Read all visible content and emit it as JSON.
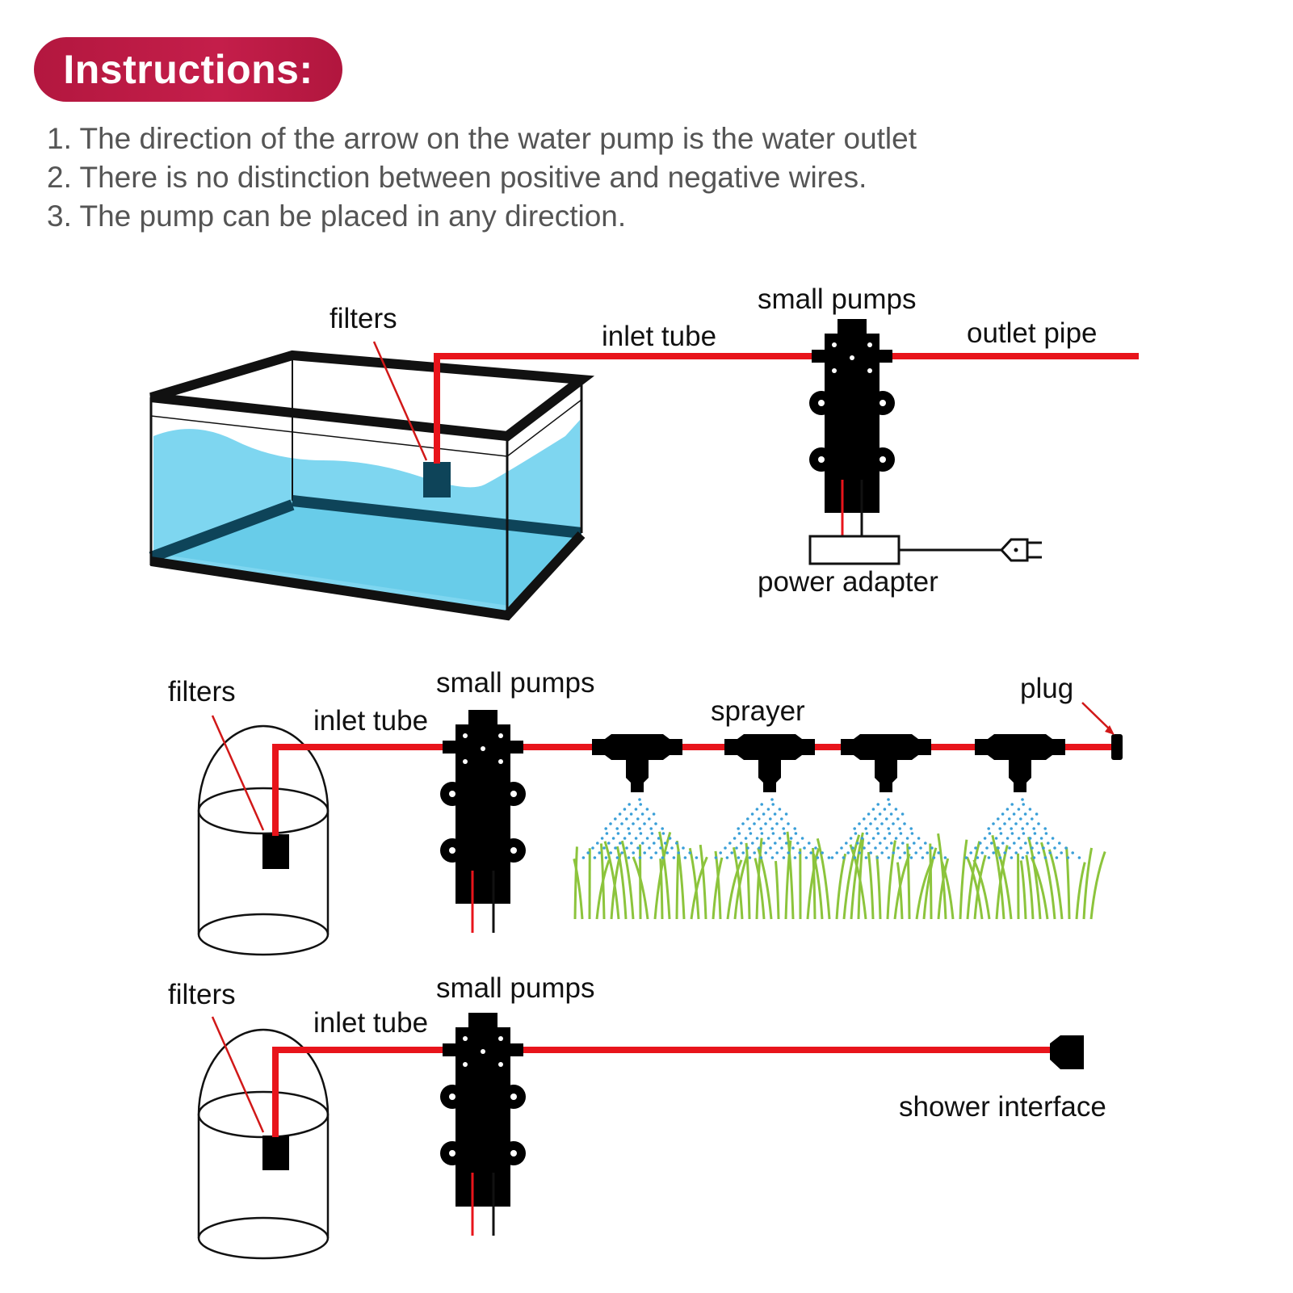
{
  "header": {
    "title": "Instructions:"
  },
  "instructions": [
    "1. The direction of the arrow on the water pump is the water outlet",
    "2. There is no distinction between positive and negative wires.",
    "3. The pump can be placed in any direction."
  ],
  "diagram1": {
    "filters": "filters",
    "inlet_tube": "inlet tube",
    "small_pumps": "small pumps",
    "outlet_pipe": "outlet pipe",
    "power_adapter": "power adapter"
  },
  "diagram2": {
    "filters": "filters",
    "inlet_tube": "inlet tube",
    "small_pumps": "small pumps",
    "sprayer": "sprayer",
    "plug": "plug"
  },
  "diagram3": {
    "filters": "filters",
    "inlet_tube": "inlet tube",
    "small_pumps": "small pumps",
    "shower_interface": "shower interface"
  },
  "colors": {
    "accent": "#c41e4a",
    "pipe": "#e8141b",
    "water": "#7ed6f0",
    "spray": "#3a9fd8",
    "grass": "#8cc43c",
    "text": "#555555"
  }
}
